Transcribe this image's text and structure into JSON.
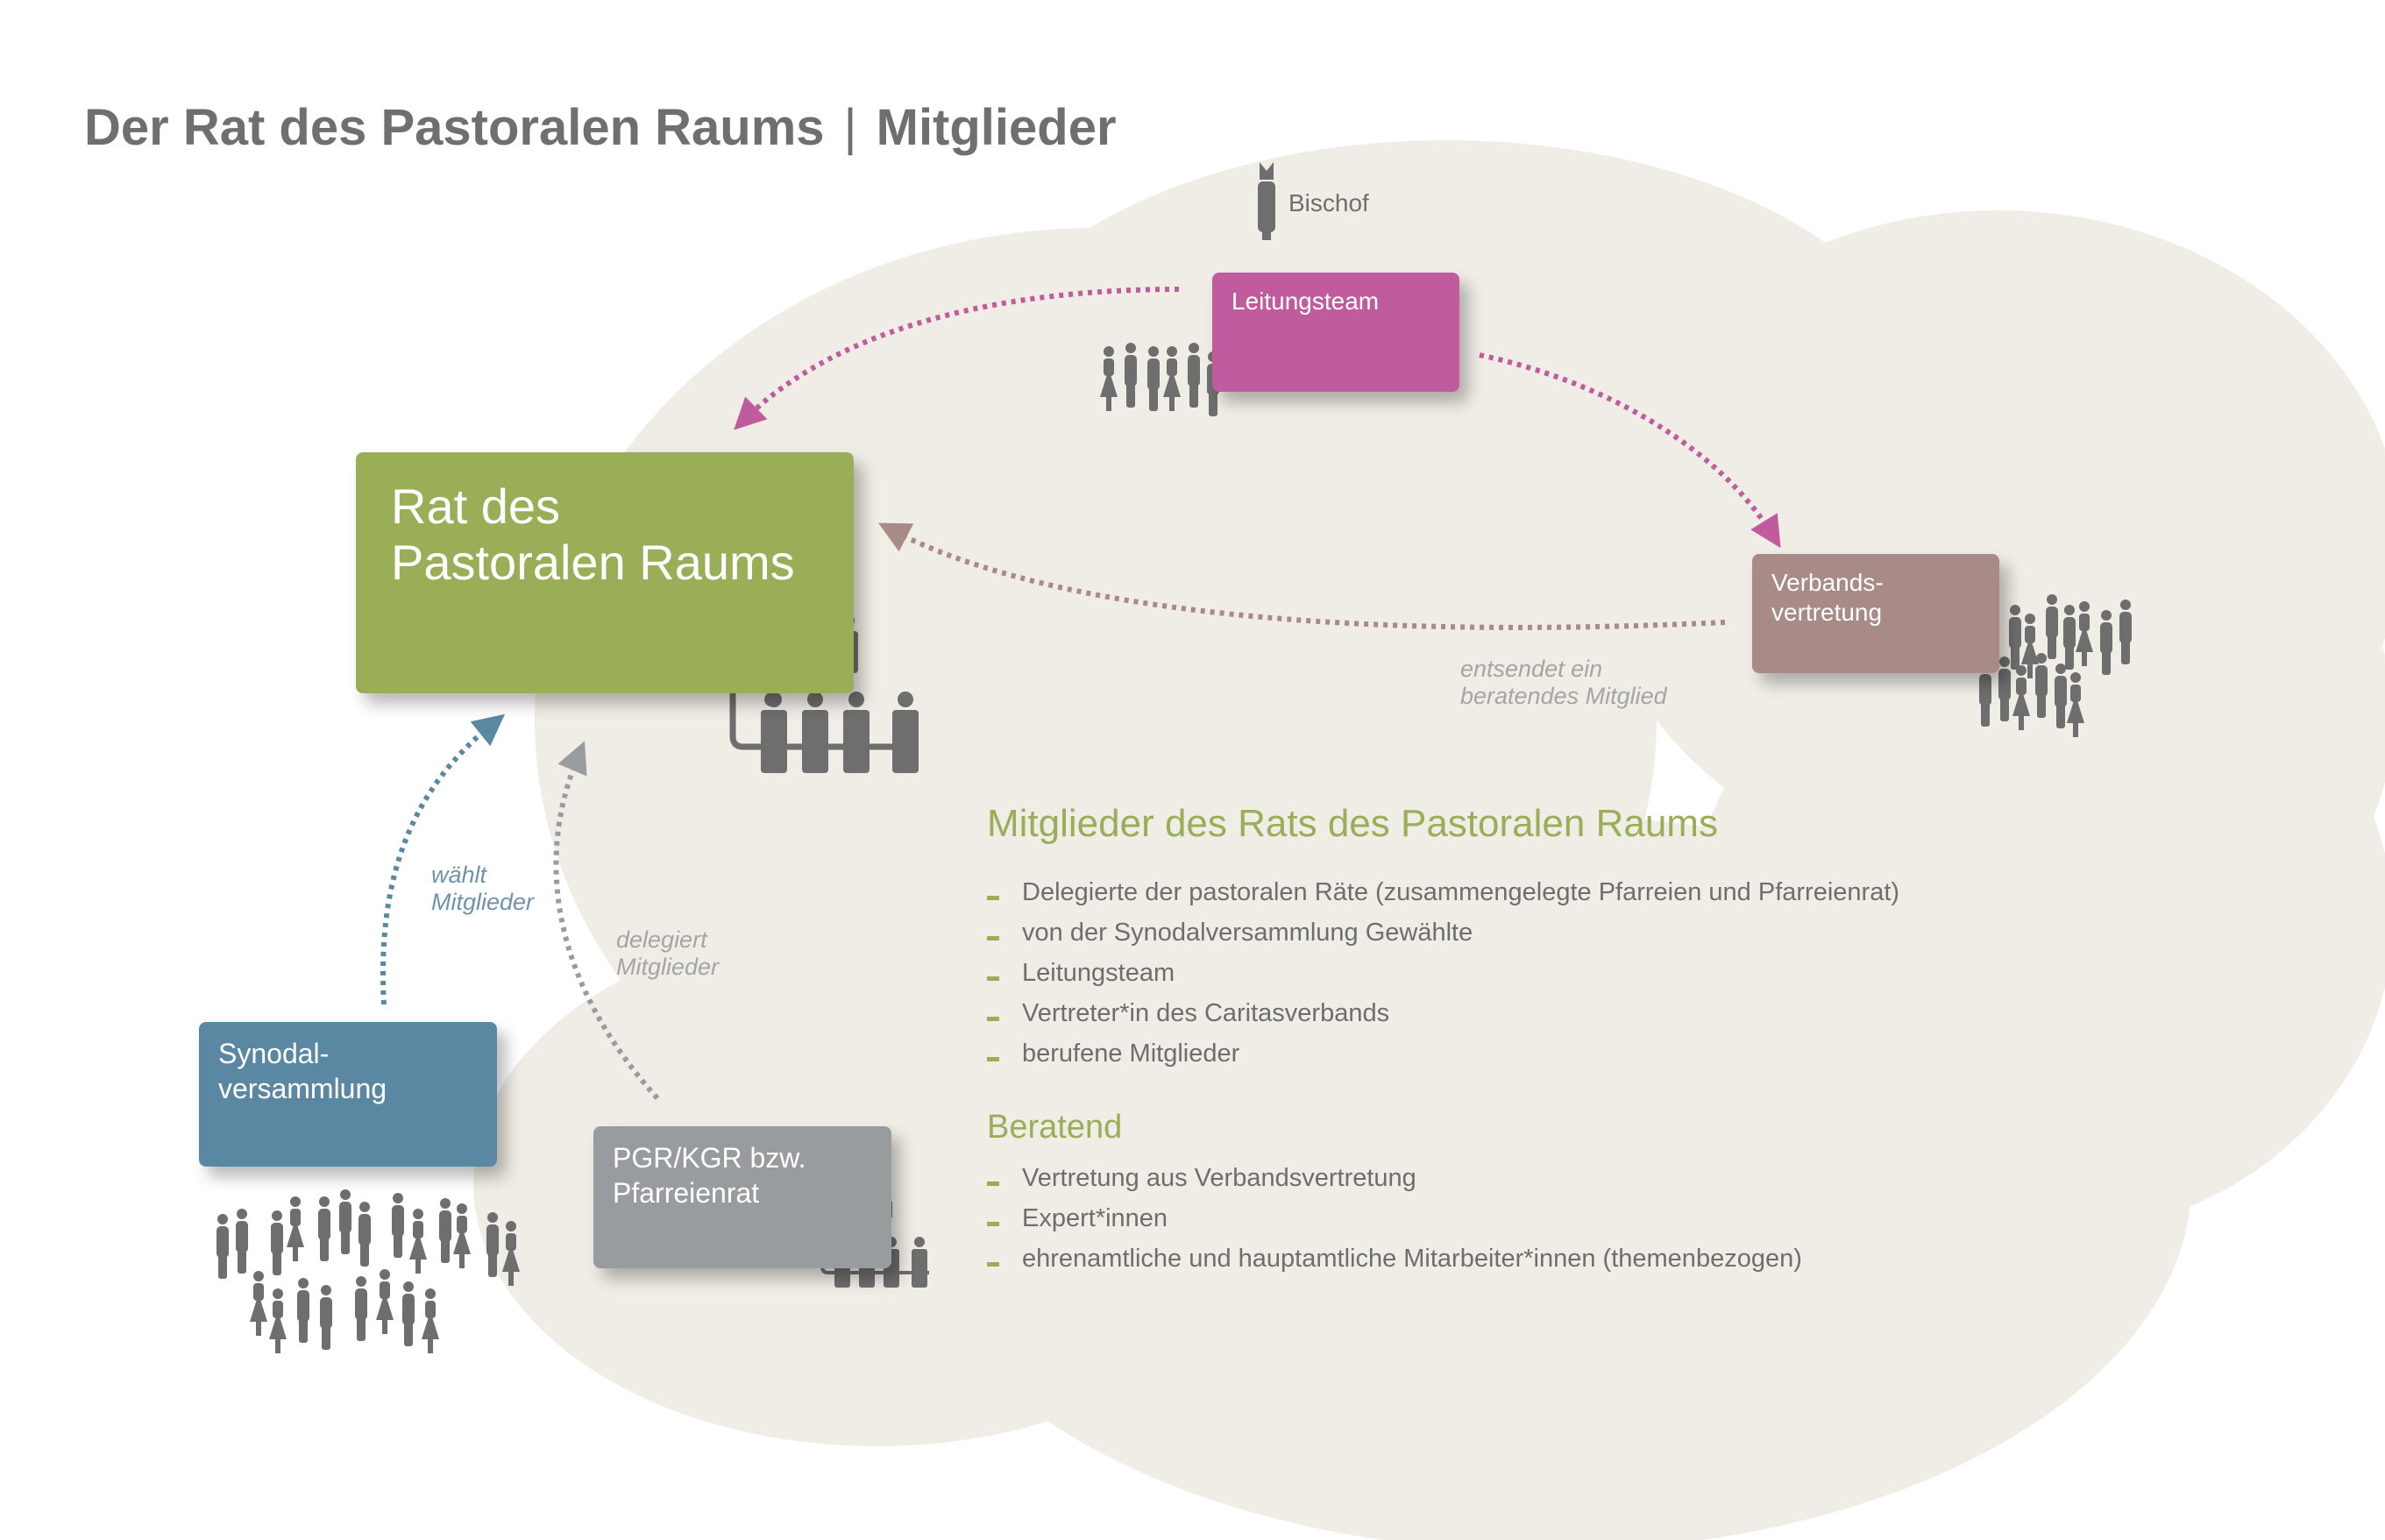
{
  "title": {
    "main": "Der Rat des Pastoralen Raums",
    "separator": "|",
    "sub": "Mitglieder"
  },
  "colors": {
    "background_cloud": "#f0ece6",
    "rat": "#9aae58",
    "leitungsteam": "#c05b9e",
    "verbandsvertretung": "#a88b87",
    "synodalversammlung": "#5a88a2",
    "pgr": "#999c9f",
    "people_icons": "#6e6e6e"
  },
  "nodes": {
    "bischof": "Bischof",
    "leitungsteam": "Leitungsteam",
    "rat": "Rat des\nPastoralen Raums",
    "verbandsvertretung": "Verbands-\nvertretung",
    "synodalversammlung": "Synodal-\nversammlung",
    "pgr": "PGR/KGR bzw.\nPfarreienrat"
  },
  "edges": {
    "entsendet": "entsendet ein\nberatendes Mitglied",
    "waehlt": "wählt\nMitglieder",
    "delegiert": "delegiert\nMitglieder"
  },
  "members": {
    "heading": "Mitglieder des Rats des Pastoralen Raums",
    "items": [
      "Delegierte der pastoralen Räte (zusammengelegte Pfarreien und Pfarreienrat)",
      "von der Synodalversammlung Gewählte",
      "Leitungsteam",
      "Vertreter*in des Caritasverbands",
      "berufene Mitglieder"
    ]
  },
  "advisory": {
    "heading": "Beratend",
    "items": [
      "Vertretung aus Verbandsvertretung",
      "Expert*innen",
      "ehrenamtliche und hauptamtliche Mitarbeiter*innen (themenbezogen)"
    ]
  },
  "icons": [
    "cloud-shape",
    "bishop-icon",
    "people-group-icon",
    "council-table-icon",
    "dotted-arrow"
  ]
}
